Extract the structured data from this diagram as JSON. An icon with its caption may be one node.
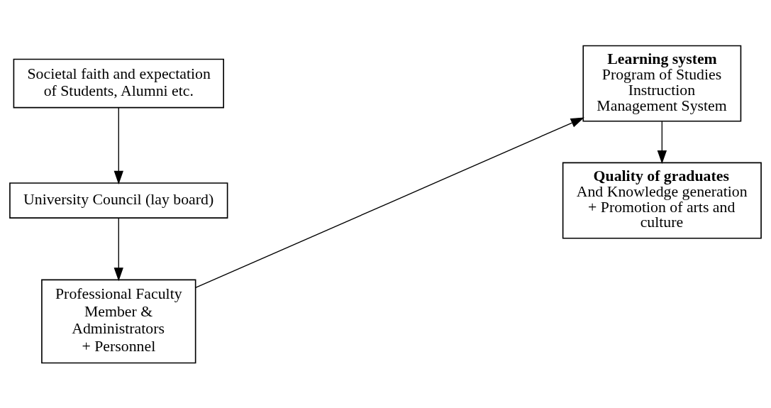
{
  "diagram": {
    "nodes": [
      {
        "text": [
          "Societal faith and expectation of Students, Alumni etc."
        ]
      },
      {
        "text": [
          "University Council (lay board)"
        ]
      },
      {
        "text": [
          "Professional Faculty Member & Administrators",
          "+ Personnel"
        ]
      },
      {
        "text": [
          "Learning system",
          "Program of Studies",
          "Instruction",
          "Management System"
        ]
      },
      {
        "text": [
          "Quality of graduates",
          "And Knowledge generation",
          "+ Promotion of arts and culture"
        ]
      }
    ],
    "edges": [
      {
        "from": 0,
        "to": 1,
        "arrow": "to"
      },
      {
        "from": 1,
        "to": 2,
        "arrow": "to"
      },
      {
        "from": 2,
        "to": 3,
        "arrow": "to"
      },
      {
        "from": 3,
        "to": 4,
        "arrow": "to"
      }
    ]
  }
}
